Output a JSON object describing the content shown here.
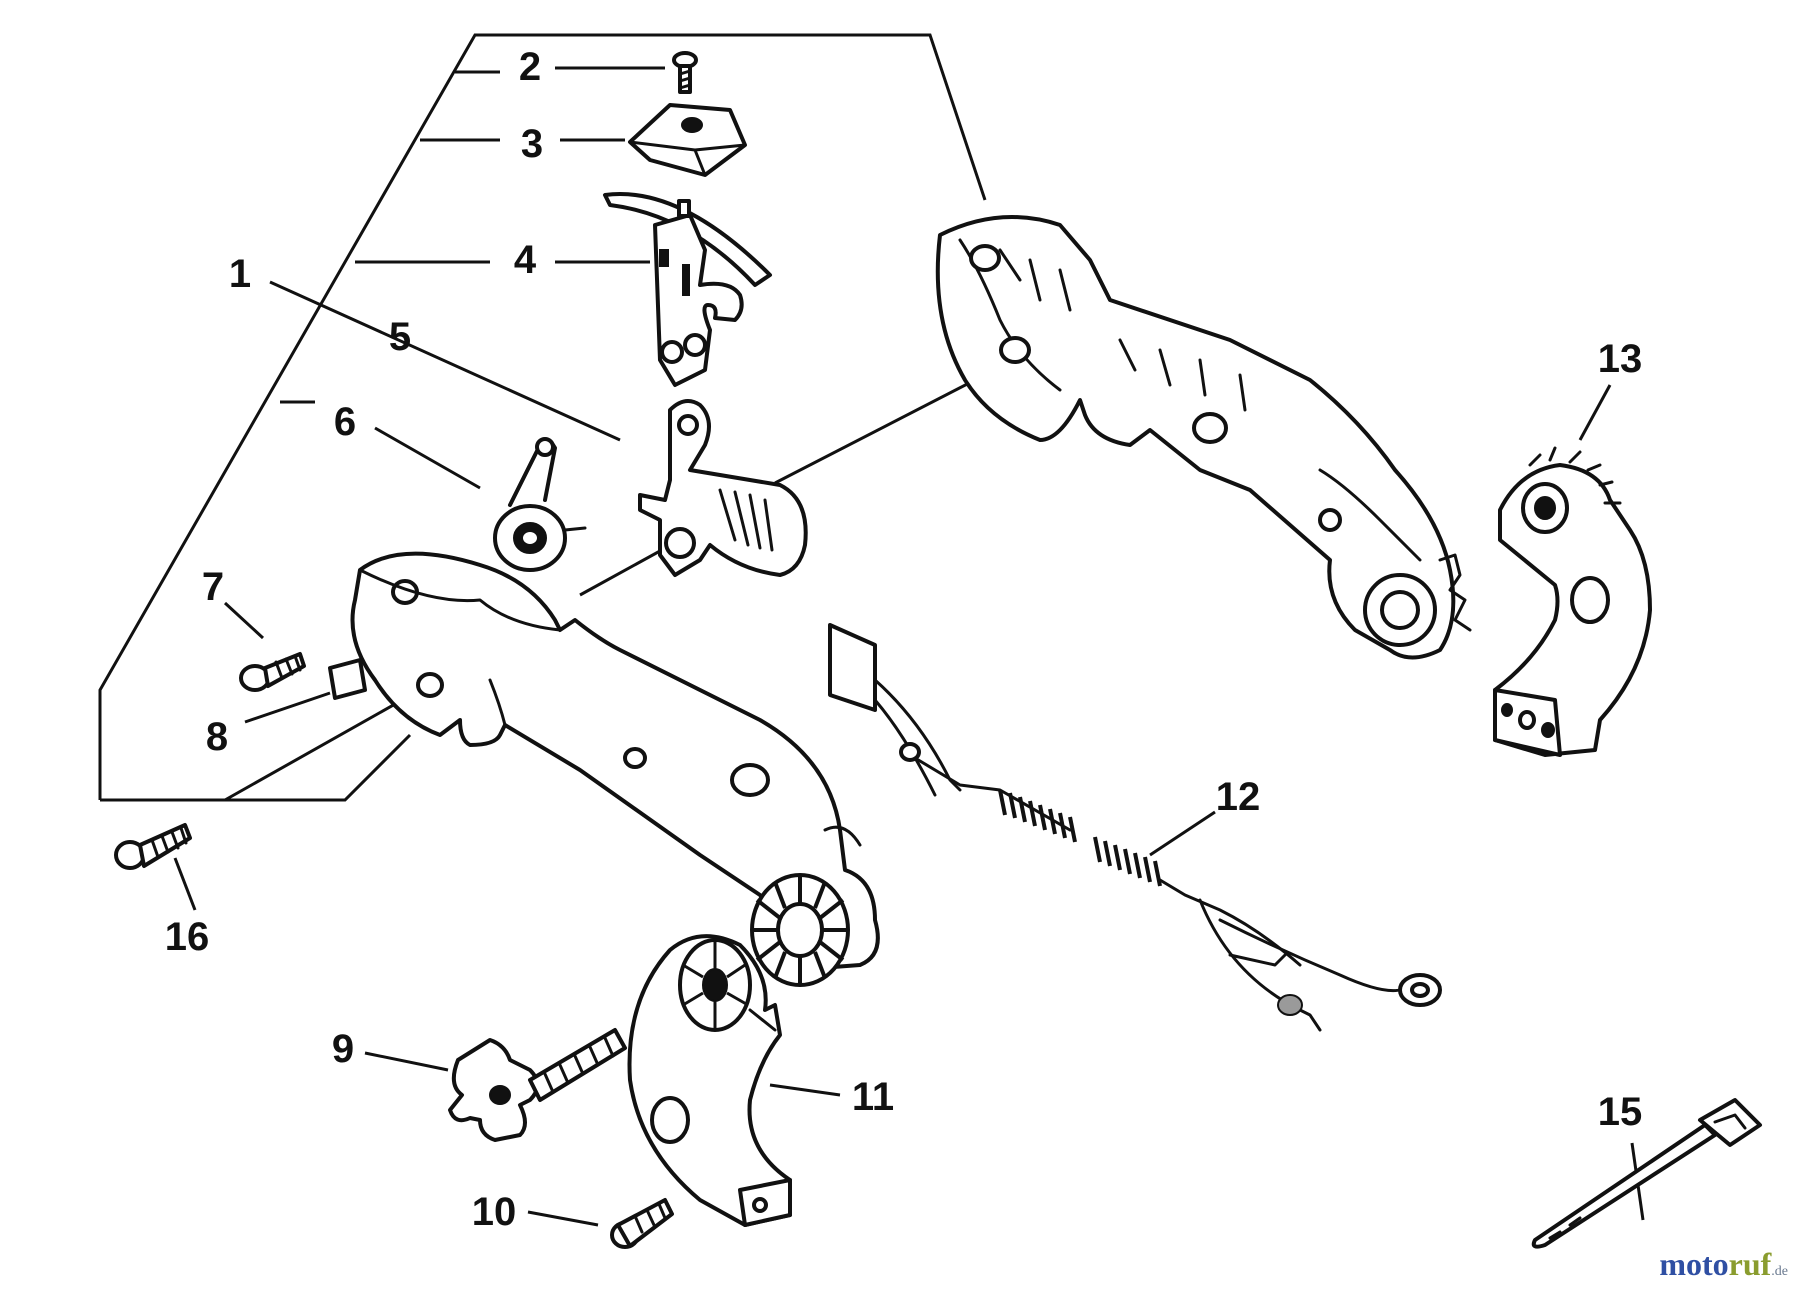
{
  "diagram": {
    "labels": [
      "1",
      "2",
      "3",
      "4",
      "5",
      "6",
      "7",
      "8",
      "9",
      "10",
      "11",
      "12",
      "13",
      "15",
      "16"
    ]
  },
  "watermark": {
    "text_a": "moto",
    "text_b": "ruf",
    "text_c": ".de"
  }
}
